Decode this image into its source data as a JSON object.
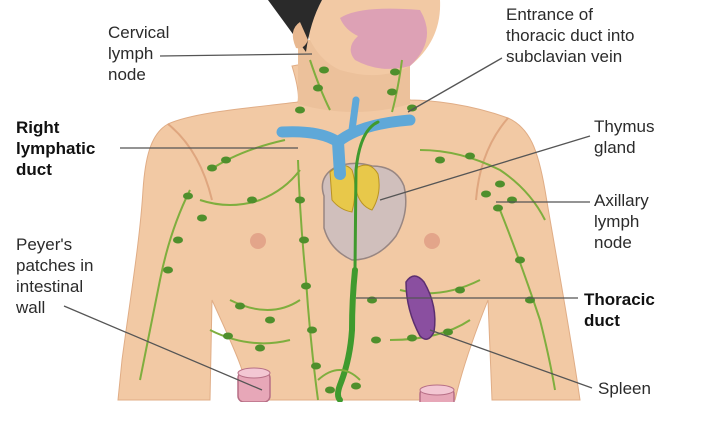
{
  "labels": {
    "cervical_lymph_node": "Cervical\nlymph\nnode",
    "thoracic_duct_entrance": "Entrance of\nthoracic duct into\nsubclavian vein",
    "right_lymphatic_duct": "Right\nlymphatic\nduct",
    "thymus_gland": "Thymus\ngland",
    "axillary_lymph_node": "Axillary\nlymph\nnode",
    "peyers_patches": "Peyer's\npatches in\nintestinal\nwall",
    "thoracic_duct": "Thoracic\nduct",
    "spleen": "Spleen"
  },
  "colors": {
    "skin": "#f2c9a4",
    "skin_shadow": "#dfa67f",
    "lymph_vessel": "#7fae3e",
    "lymph_node": "#4f8f2c",
    "thoracic_duct": "#3f9a2e",
    "subclavian_vein": "#5fa8d8",
    "thymus": "#e8c84a",
    "heart": "#cdbfbf",
    "spleen": "#8a4fa0",
    "intestine": "#e7a7b8",
    "hair": "#2a2a2a",
    "leader_line": "#555555",
    "bold_text": "#111111"
  }
}
